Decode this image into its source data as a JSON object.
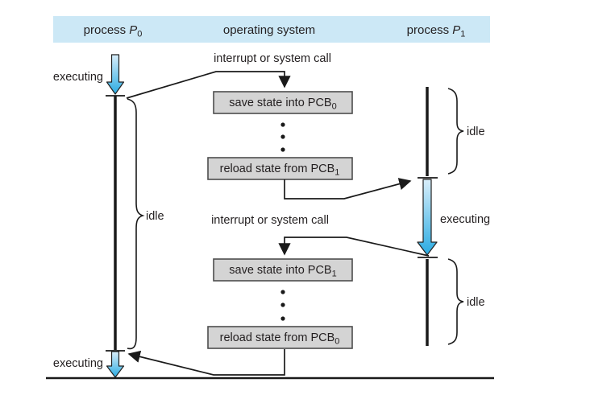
{
  "colors": {
    "header_bg": "#cce8f6",
    "box_fill": "#d4d4d4",
    "box_border": "#4d4d4d",
    "arrow_gradient_start": "#d9eefa",
    "arrow_gradient_end": "#29abe2",
    "line": "#1a1a1a"
  },
  "header": {
    "process_p0": {
      "prefix": "process",
      "var": "P",
      "sub": "0"
    },
    "operating_system": "operating system",
    "process_p1": {
      "prefix": "process",
      "var": "P",
      "sub": "1"
    }
  },
  "p0": {
    "executing_top": "executing",
    "idle": "idle",
    "executing_bottom": "executing"
  },
  "os": {
    "interrupt_top": "interrupt or system call",
    "interrupt_middle": "interrupt or system call",
    "boxes": [
      {
        "label": "save state into PCB",
        "sub": "0"
      },
      {
        "label": "reload state from PCB",
        "sub": "1"
      },
      {
        "label": "save state into PCB",
        "sub": "1"
      },
      {
        "label": "reload state from PCB",
        "sub": "0"
      }
    ]
  },
  "p1": {
    "idle_top": "idle",
    "executing": "executing",
    "idle_bottom": "idle"
  }
}
